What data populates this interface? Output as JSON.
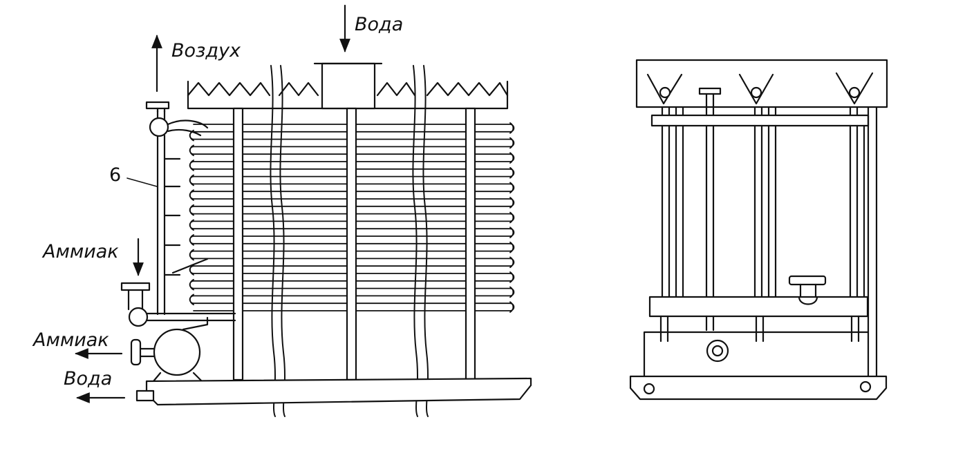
{
  "labels": {
    "water_in": "Вода",
    "air_out": "Воздух",
    "marker_6": "6",
    "ammonia_in": "Аммиак",
    "ammonia_out": "Аммиак",
    "water_out": "Вода"
  },
  "colors": {
    "ink": "#111111",
    "paper": "#ffffff"
  }
}
